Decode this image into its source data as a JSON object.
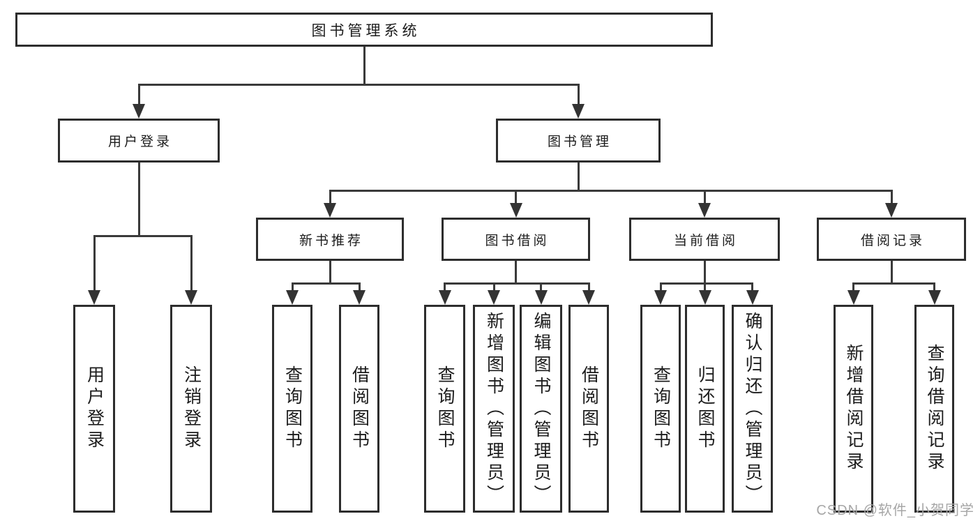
{
  "diagram": {
    "title": "图书管理系统",
    "watermark": "CSDN @软件_小贺同学",
    "colors": {
      "box_border": "#2d2d2d",
      "box_fill": "#ffffff",
      "line": "#3a3a3a",
      "text": "#1c1c1c",
      "watermark": "#a6a6a6"
    },
    "nodes": [
      {
        "id": "root",
        "label": "图书管理系统",
        "orientation": "horizontal",
        "parent": null
      },
      {
        "id": "login",
        "label": "用户登录",
        "orientation": "horizontal",
        "parent": "root"
      },
      {
        "id": "mgmt",
        "label": "图书管理",
        "orientation": "horizontal",
        "parent": "root"
      },
      {
        "id": "login-user",
        "label": "用户登录",
        "orientation": "vertical",
        "parent": "login"
      },
      {
        "id": "login-logout",
        "label": "注销登录",
        "orientation": "vertical",
        "parent": "login"
      },
      {
        "id": "rec",
        "label": "新书推荐",
        "orientation": "horizontal",
        "parent": "mgmt"
      },
      {
        "id": "borrow",
        "label": "图书借阅",
        "orientation": "horizontal",
        "parent": "mgmt"
      },
      {
        "id": "current",
        "label": "当前借阅",
        "orientation": "horizontal",
        "parent": "mgmt"
      },
      {
        "id": "records",
        "label": "借阅记录",
        "orientation": "horizontal",
        "parent": "mgmt"
      },
      {
        "id": "rec-query",
        "label": "查询图书",
        "orientation": "vertical",
        "parent": "rec"
      },
      {
        "id": "rec-borrow",
        "label": "借阅图书",
        "orientation": "vertical",
        "parent": "rec"
      },
      {
        "id": "borrow-query",
        "label": "查询图书",
        "orientation": "vertical",
        "parent": "borrow"
      },
      {
        "id": "borrow-add",
        "label": "新增图书（管理员）",
        "orientation": "vertical",
        "parent": "borrow"
      },
      {
        "id": "borrow-edit",
        "label": "编辑图书（管理员）",
        "orientation": "vertical",
        "parent": "borrow"
      },
      {
        "id": "borrow-borrow",
        "label": "借阅图书",
        "orientation": "vertical",
        "parent": "borrow"
      },
      {
        "id": "cur-query",
        "label": "查询图书",
        "orientation": "vertical",
        "parent": "current"
      },
      {
        "id": "cur-return",
        "label": "归还图书",
        "orientation": "vertical",
        "parent": "current"
      },
      {
        "id": "cur-confirm",
        "label": "确认归还（管理员）",
        "orientation": "vertical",
        "parent": "current"
      },
      {
        "id": "records-add",
        "label": "新增借阅记录",
        "orientation": "vertical",
        "parent": "records"
      },
      {
        "id": "records-query",
        "label": "查询借阅记录",
        "orientation": "vertical",
        "parent": "records"
      }
    ]
  }
}
